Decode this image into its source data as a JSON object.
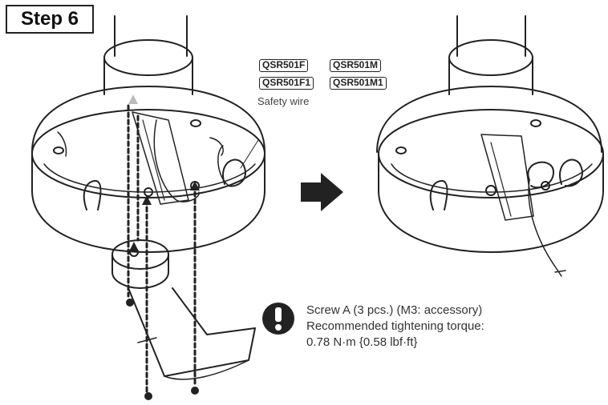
{
  "step": {
    "label": "Step 6"
  },
  "models": [
    "QSR501F",
    "QSR501M",
    "QSR501F1",
    "QSR501M1"
  ],
  "safety_wire_label": "Safety wire",
  "note": {
    "icon": "exclamation-icon",
    "lines": [
      "Screw A (3 pcs.) (M3: accessory)",
      "Recommended tightening torque:",
      "0.78 N·m {0.58 lbf·ft}"
    ]
  }
}
